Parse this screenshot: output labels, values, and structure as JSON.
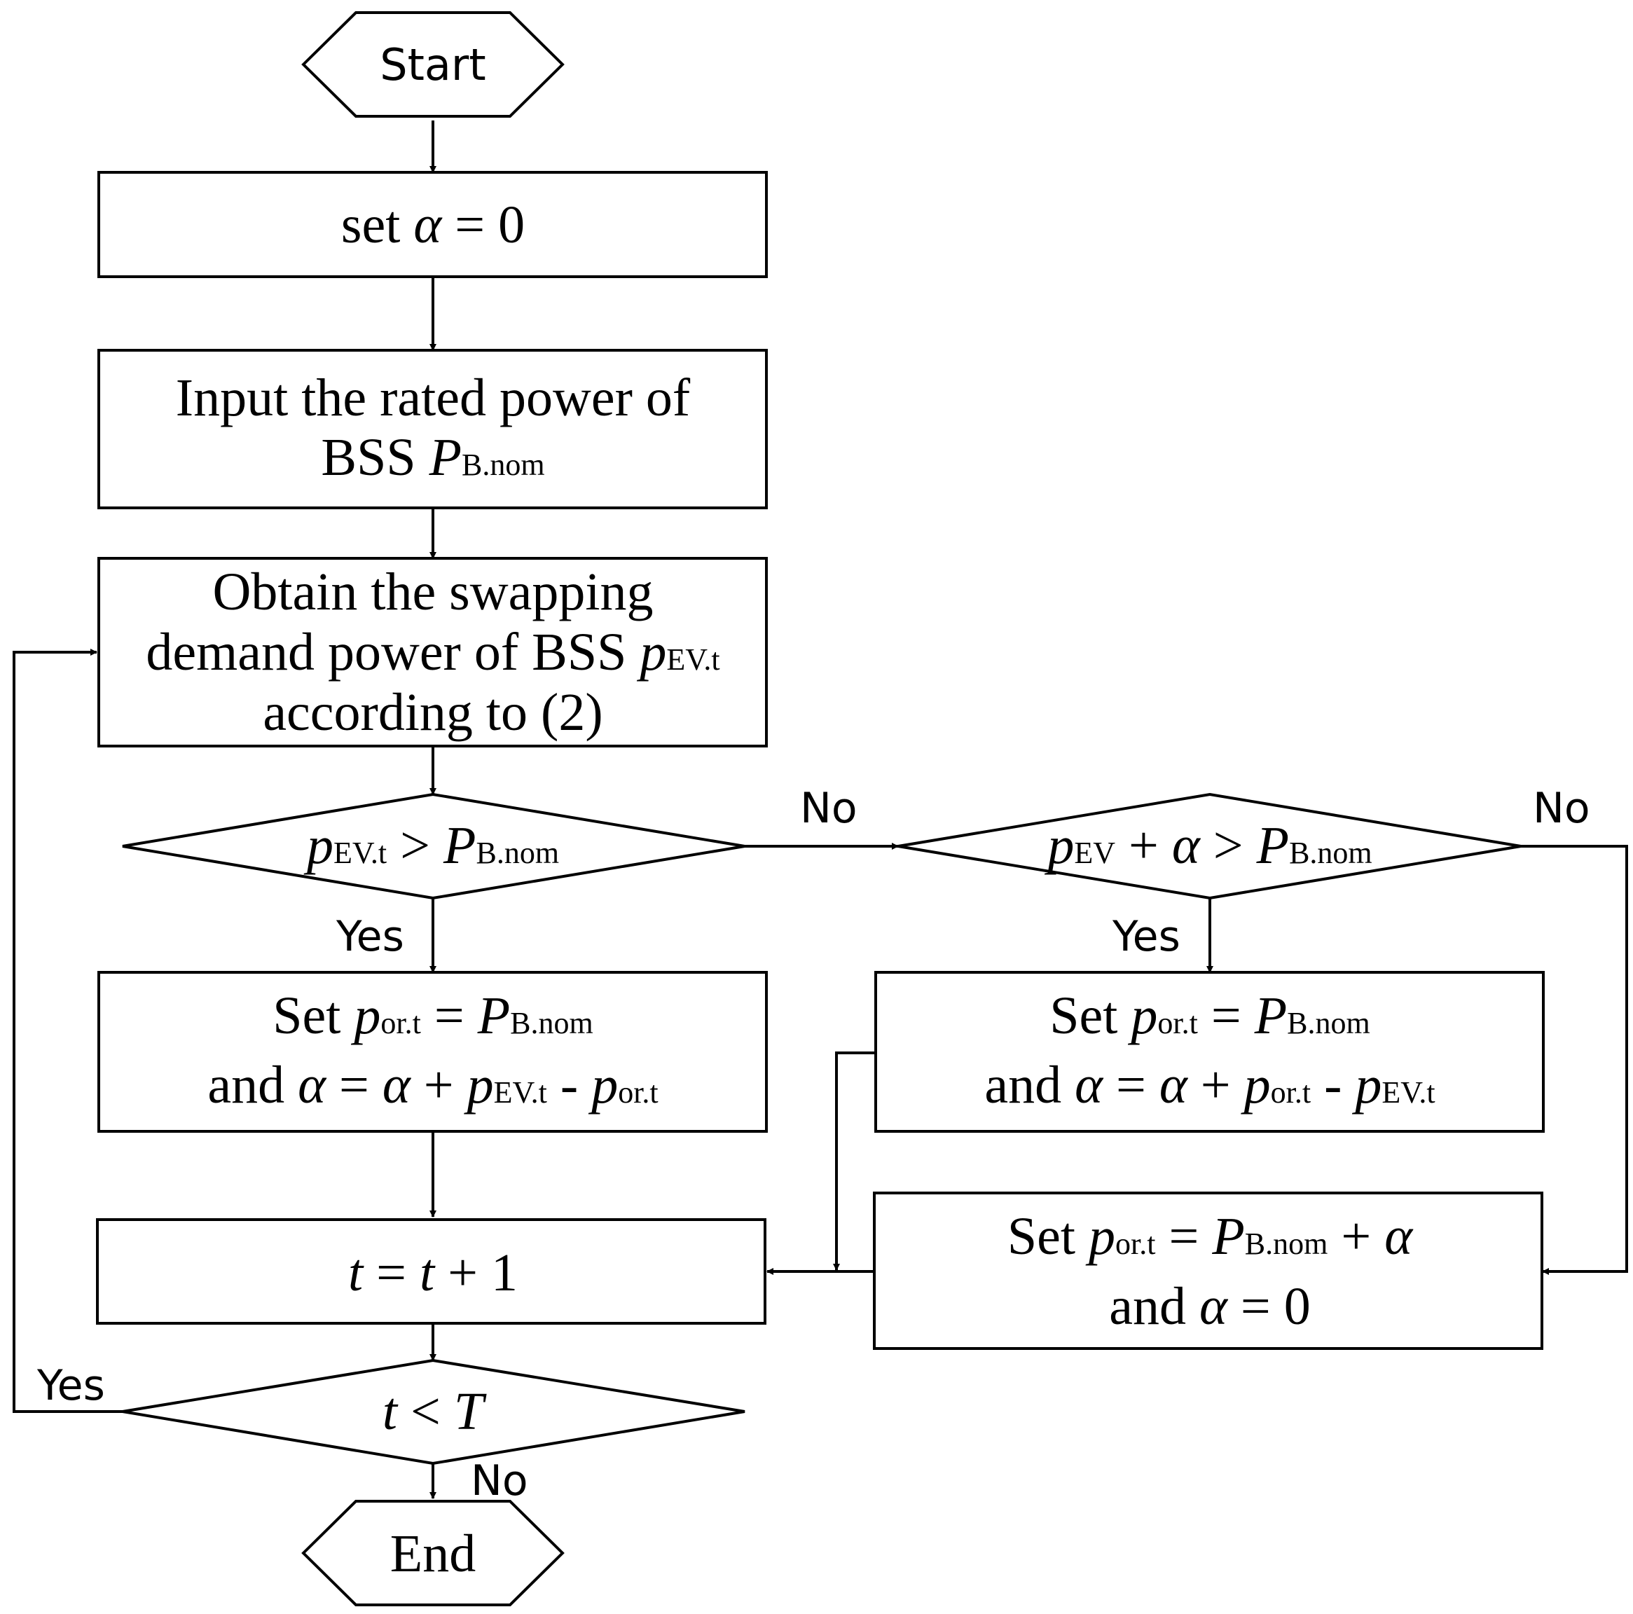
{
  "nodes": {
    "start": {
      "text": "Start"
    },
    "set_alpha": {
      "pre": "set ",
      "var": "α",
      "post": " = 0"
    },
    "input_rated": {
      "line1": "Input the rated power of",
      "line2_pre": "BSS ",
      "line2_var": "P",
      "line2_sub": "B.nom"
    },
    "obtain_demand": {
      "line1": "Obtain the swapping",
      "line2_pre": "demand power of BSS ",
      "line2_var": "p",
      "line2_sub": "EV.t",
      "line3": "according to (2)"
    },
    "decision1": {
      "v1": "p",
      "s1": "EV.t",
      "op": " > ",
      "v2": "P",
      "s2": "B.nom"
    },
    "decision2": {
      "v1": "p",
      "s1": "EV",
      "op1": " +  ",
      "a": "α",
      "op2": " > ",
      "v2": "P",
      "s2": "B.nom"
    },
    "set_left": {
      "l1_pre": "Set ",
      "l1_v1": "p",
      "l1_s1": "or.t",
      "l1_eq": " = ",
      "l1_v2": "P",
      "l1_s2": "B.nom",
      "l2_pre": "and ",
      "l2_a1": "α",
      "l2_eq": " = ",
      "l2_a2": "α",
      "l2_plus": " + ",
      "l2_v1": "p",
      "l2_s1": "EV.t",
      "l2_minus": " - ",
      "l2_v2": "p",
      "l2_s2": "or.t"
    },
    "set_right": {
      "l1_pre": "Set ",
      "l1_v1": "p",
      "l1_s1": "or.t",
      "l1_eq": " = ",
      "l1_v2": "P",
      "l1_s2": "B.nom",
      "l2_pre": "and ",
      "l2_a1": "α",
      "l2_eq": " = ",
      "l2_a2": "α",
      "l2_plus": " + ",
      "l2_v1": "p",
      "l2_s1": "or.t",
      "l2_minus": " - ",
      "l2_v2": "p",
      "l2_s2": "EV.t"
    },
    "set_right_low": {
      "l1_pre": "Set ",
      "l1_v1": "p",
      "l1_s1": "or.t",
      "l1_eq": " = ",
      "l1_v2": "P",
      "l1_s2": "B.nom",
      "l1_plus": " + ",
      "l1_a": "α",
      "l2_pre": "and ",
      "l2_a": "α",
      "l2_post": " = 0"
    },
    "increment": {
      "v1": "t",
      "eq": " = ",
      "v2": "t",
      "post": " + 1"
    },
    "decision3": {
      "v1": "t",
      "op": " < ",
      "v2": "T"
    },
    "end": {
      "text": "End"
    }
  },
  "edge_labels": {
    "d1_no": "No",
    "d1_yes": "Yes",
    "d2_no": "No",
    "d2_yes": "Yes",
    "d3_yes": "Yes",
    "d3_no": "No"
  }
}
